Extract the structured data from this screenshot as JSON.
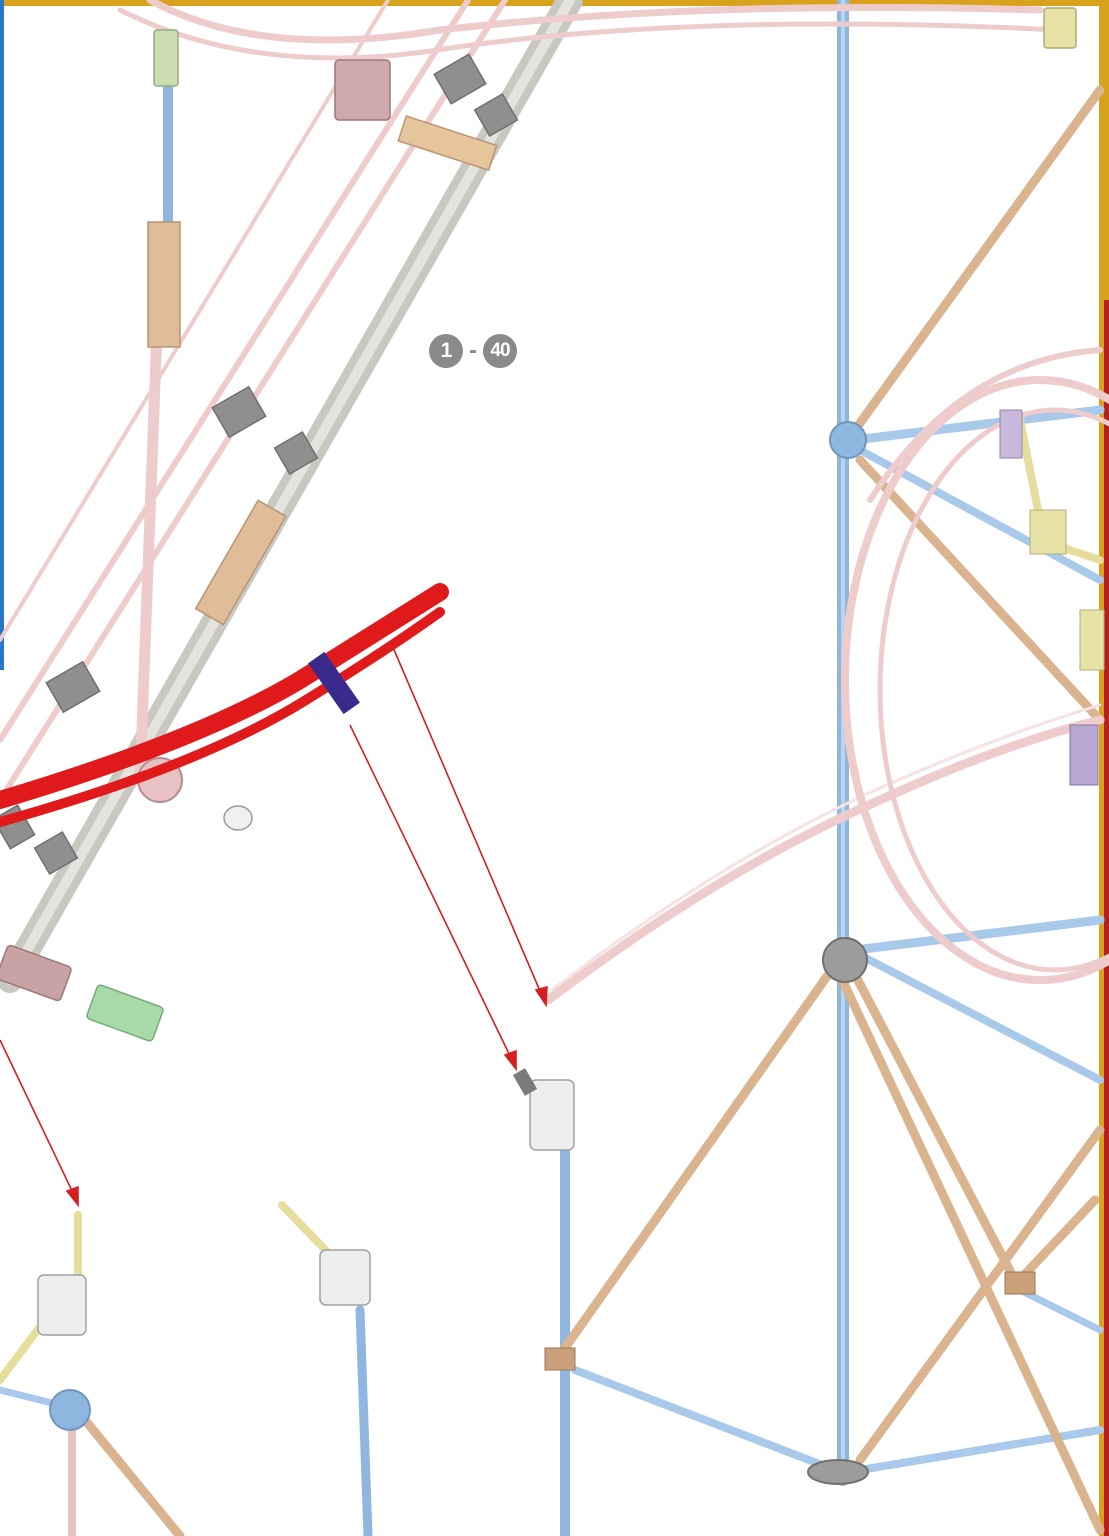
{
  "step_range": {
    "from": "1",
    "separator": "-",
    "to": "40"
  },
  "colors": {
    "frame_gold": "#d9a21c",
    "frame_blue": "#2a78c4",
    "frame_red": "#b3201f",
    "highlight_track": "#e01a1a",
    "highlight_connector": "#3a2a8c",
    "guide_arrow": "#d42020",
    "rod_blue": "#9fc3e6",
    "rod_tan": "#d9b48f",
    "rod_yellow": "#eae3a6",
    "track_pink": "#f1d3d3",
    "rail_grey": "#d4d4cc",
    "connector_grey": "#8f8f8f",
    "connector_green": "#a8d9a8"
  },
  "parts": {
    "new_track_piece": "red-curved-track",
    "new_connector": "purple-connector",
    "pink_track": "pink-track",
    "blue_tower": "blue-rod-tower",
    "loop": "pink-loop",
    "green_connector": "green-end-connector"
  }
}
